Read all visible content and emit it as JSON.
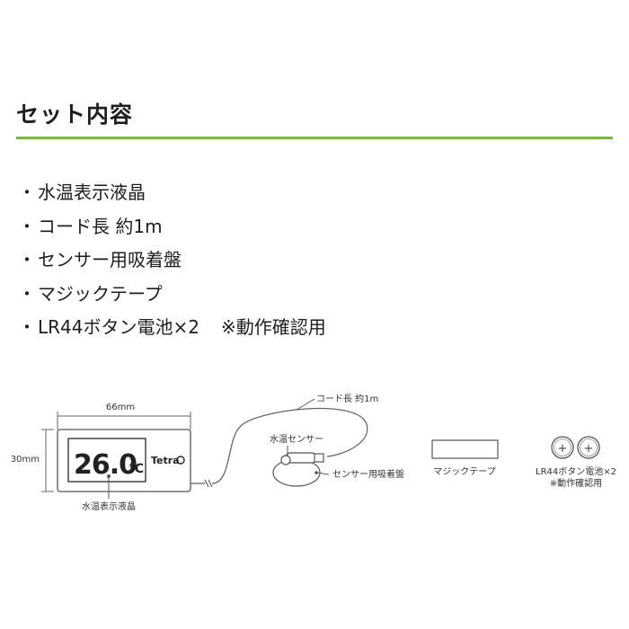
{
  "title": "セット内容",
  "items": [
    {
      "bullet": "・",
      "text": "水温表示液晶",
      "note": ""
    },
    {
      "bullet": "・",
      "text": "コード長 約1m",
      "note": ""
    },
    {
      "bullet": "・",
      "text": "センサー用吸着盤",
      "note": ""
    },
    {
      "bullet": "・",
      "text": "マジックテープ",
      "note": ""
    },
    {
      "bullet": "・",
      "text": "LR44ボタン電池×2",
      "note": "※動作確認用"
    }
  ],
  "diagram": {
    "width_label": "66mm",
    "height_label": "30mm",
    "display_reading": "26.0",
    "display_unit": "℃",
    "brand": "Tetra",
    "lcd_label": "水温表示液晶",
    "cord_label": "コード長 約1m",
    "sensor_label": "水温センサー",
    "suction_label": "センサー用吸着盤",
    "tape_label": "マジックテープ",
    "battery_label": "LR44ボタン電池×2",
    "battery_note": "※動作確認用",
    "battery_symbol": "+"
  },
  "colors": {
    "accent_rule": "#7ab648",
    "text": "#1e1e1e",
    "line_art": "#555555"
  }
}
